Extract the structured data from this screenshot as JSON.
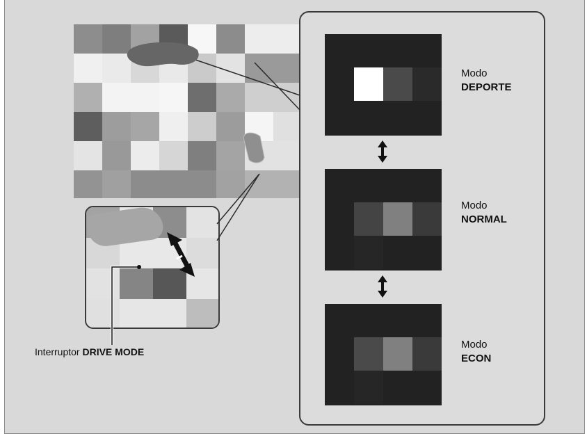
{
  "modes": [
    {
      "prefix": "Modo",
      "name": "DEPORTE"
    },
    {
      "prefix": "Modo",
      "name": "NORMAL"
    },
    {
      "prefix": "Modo",
      "name": "ECON"
    }
  ],
  "caption": {
    "prefix": "Interruptor",
    "name": "DRIVE MODE"
  },
  "icons": [
    "double-arrow-icon",
    "switch-arrow-icon"
  ]
}
